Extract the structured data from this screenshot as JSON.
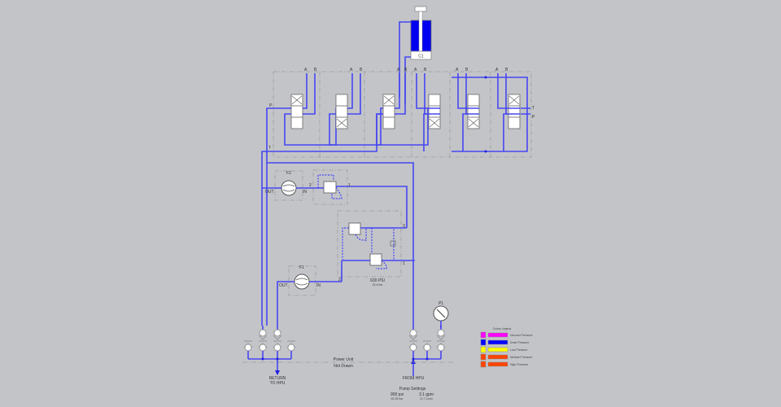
{
  "cylinder": {
    "label": "C1"
  },
  "valves": {
    "port_a": "A",
    "port_b": "B",
    "port_p": "P",
    "port_t": "T"
  },
  "filters": [
    {
      "label": "F2",
      "out": "OUT",
      "in": "IN"
    },
    {
      "label": "F1",
      "out": "OUT",
      "in": "IN"
    }
  ],
  "ports": {
    "p1": "1",
    "p2": "2",
    "p3": "3"
  },
  "relief": {
    "setting": "630 PSI",
    "setting_sub": "43.4 bar"
  },
  "gauge": {
    "label": "P1"
  },
  "power_unit": {
    "line1": "Power Unit",
    "line2": "Not Drawn"
  },
  "return": {
    "line1": "RETURN",
    "line2": "TO HPU"
  },
  "from": {
    "label": "FROM HPU"
  },
  "pump": {
    "title": "Pump Settings",
    "pressure": "900 psi",
    "pressure_sub": "62.05 bar",
    "flow": "3.1 gpm",
    "flow_sub": "11.7 L/min"
  },
  "legend": {
    "title": "Colors Legend",
    "items": [
      {
        "label": "Vacuum Pressure",
        "color": "#ff00ff"
      },
      {
        "label": "Drain Pressure",
        "color": "#0000ff"
      },
      {
        "label": "Low Pressure",
        "color": "#ffff00"
      },
      {
        "label": "Medium Pressure",
        "color": "#ff4500"
      },
      {
        "label": "High Pressure",
        "color": "#ff4500"
      }
    ]
  }
}
